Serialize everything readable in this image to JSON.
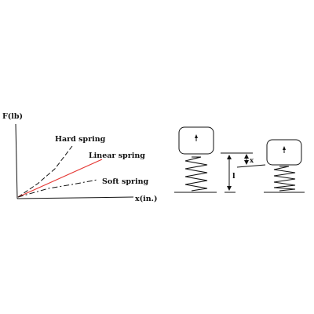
{
  "graph": {
    "y_axis_label": "F(lb)",
    "x_axis_label": "x(in.)",
    "curves": {
      "hard": {
        "label": "Hard spring",
        "style": "dashed"
      },
      "linear": {
        "label": "Linear spring",
        "style": "solid"
      },
      "soft": {
        "label": "Soft spring",
        "style": "dash-dot"
      }
    }
  },
  "springs": {
    "rest_length_label": "l",
    "deflection_label": "x",
    "mass_arrow": "up"
  },
  "colors": {
    "ink": "#111111",
    "linear_curve": "#e53935",
    "background": "#ffffff"
  }
}
